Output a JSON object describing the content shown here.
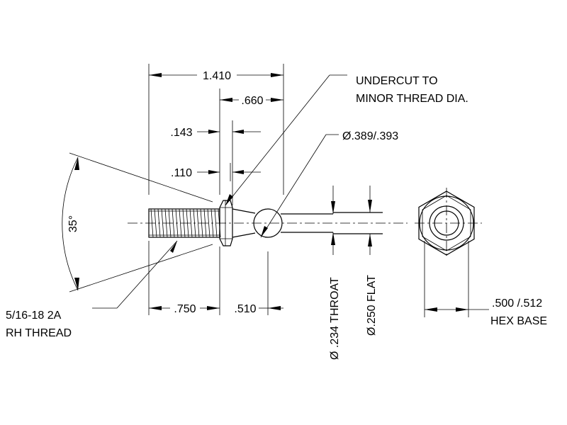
{
  "dimensions": {
    "overall_length": "1.410",
    "neck_length": ".660",
    "shoulder_a": ".143",
    "shoulder_b": ".110",
    "thread_length": ".750",
    "ball_dia_offset": ".510",
    "taper_angle": "35°",
    "ball_dia": "Ø.389/.393",
    "throat": "Ø .234 THROAT",
    "flat": "Ø.250 FLAT",
    "hex_base_value": ".500 /.512",
    "hex_base_label": "HEX BASE"
  },
  "notes": {
    "undercut_line1": "UNDERCUT TO",
    "undercut_line2": "MINOR THREAD DIA.",
    "thread_line1": "5/16-18 2A",
    "thread_line2": "RH THREAD"
  }
}
